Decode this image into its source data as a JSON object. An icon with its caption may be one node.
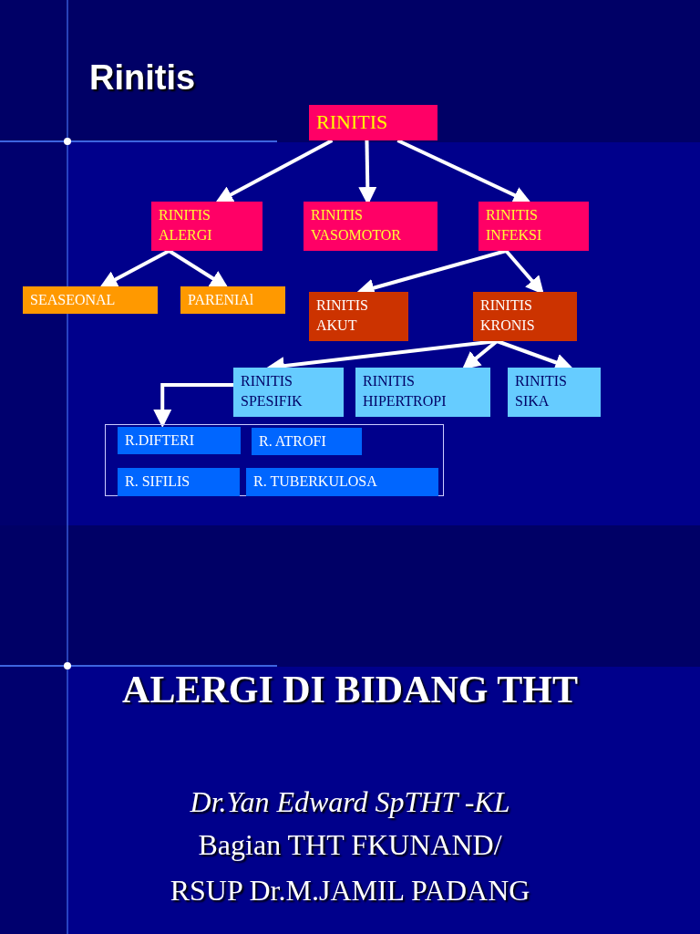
{
  "diagram": {
    "title": "Rinitis",
    "nodes": [
      {
        "text": [
          "RINITIS"
        ]
      },
      {
        "text": [
          "RINITIS ALERGI"
        ]
      },
      {
        "text": [
          "RINITIS VASOMOTOR"
        ]
      },
      {
        "text": [
          "RINITIS INFEKSI"
        ]
      },
      {
        "text": [
          "SEASEONAL"
        ]
      },
      {
        "text": [
          "PARENIAl"
        ]
      },
      {
        "text": [
          "RINITIS AKUT"
        ]
      },
      {
        "text": [
          "RINITIS KRONIS"
        ]
      },
      {
        "text": [
          "RINITIS SPESIFIK"
        ]
      },
      {
        "text": [
          "RINITIS HIPERTROPI"
        ]
      },
      {
        "text": [
          "RINITIS SIKA"
        ]
      },
      {
        "text": [],
        "shape": "box"
      },
      {
        "text": [
          "R.DIFTERI"
        ],
        "in": 11
      },
      {
        "text": [
          "R. ATROFI"
        ],
        "in": 11
      },
      {
        "text": [
          "R. SIFILIS"
        ],
        "in": 11
      },
      {
        "text": [
          "R. TUBERKULOSA"
        ],
        "in": 11
      }
    ],
    "edges": [
      {
        "from": 0,
        "to": 1,
        "arrow": "to"
      },
      {
        "from": 0,
        "to": 2,
        "arrow": "to"
      },
      {
        "from": 0,
        "to": 3,
        "arrow": "to"
      },
      {
        "from": 1,
        "to": 4,
        "arrow": "to"
      },
      {
        "from": 1,
        "to": 5,
        "arrow": "to"
      },
      {
        "from": 3,
        "to": 6,
        "arrow": "to"
      },
      {
        "from": 3,
        "to": 7,
        "arrow": "to"
      },
      {
        "from": 7,
        "to": 8,
        "arrow": "to"
      },
      {
        "from": 7,
        "to": 9,
        "arrow": "to"
      },
      {
        "from": 7,
        "to": 10,
        "arrow": "to"
      },
      {
        "from": 8,
        "to": 11,
        "arrow": "to"
      }
    ],
    "labels": [
      "ALERGI DI BIDANG THT",
      "Dr.Yan Edward SpTHT -KL",
      "Bagian THT FKUNAND/",
      "RSUP Dr.M.JAMIL PADANG"
    ]
  }
}
